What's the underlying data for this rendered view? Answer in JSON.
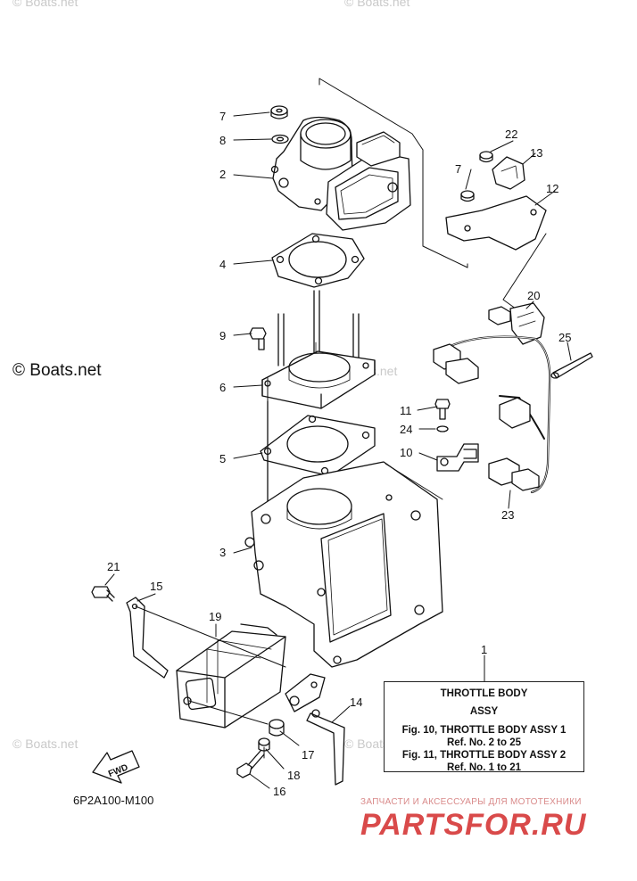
{
  "watermarks": {
    "top_left": "© Boats.net",
    "top_center": "© Boats.net",
    "middle": "© Boats.net",
    "middle_left": "© Boats.net",
    "bottom_left": "© Boats.net",
    "bottom_right": "© Boats.net",
    "large_left": "© Boats.net"
  },
  "callouts": {
    "c1": "1",
    "c2": "2",
    "c3": "3",
    "c4": "4",
    "c5": "5",
    "c6": "6",
    "c7a": "7",
    "c7b": "7",
    "c8": "8",
    "c9": "9",
    "c10": "10",
    "c11": "11",
    "c12": "12",
    "c13": "13",
    "c14": "14",
    "c15": "15",
    "c16": "16",
    "c17": "17",
    "c18": "18",
    "c19": "19",
    "c20": "20",
    "c21": "21",
    "c22": "22",
    "c23": "23",
    "c24": "24",
    "c25": "25"
  },
  "note": {
    "title_line1": "THROTTLE  BODY",
    "title_line2": "ASSY",
    "line3": "Fig. 10, THROTTLE  BODY ASSY 1",
    "line4": "Ref. No. 2 to 25",
    "line5": "Fig. 11, THROTTLE  BODY ASSY 2",
    "line6": "Ref. No. 1 to 21"
  },
  "fwd_label": "FWD",
  "part_code": "6P2A100-M100",
  "brand": {
    "tagline": "ЗАПЧАСТИ И АКСЕССУАРЫ ДЛЯ МОТОТЕХНИКИ",
    "logo": "PARTSFOR.RU"
  }
}
